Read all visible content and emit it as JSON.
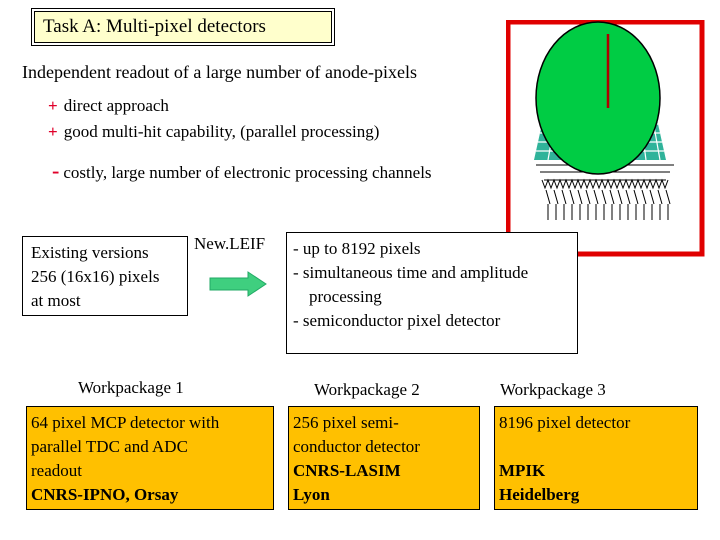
{
  "title": "Task A: Multi-pixel detectors",
  "subtitle": "Independent readout of a large number of anode-pixels",
  "bullets": [
    {
      "sign": "+",
      "text": "direct approach"
    },
    {
      "sign": "+",
      "text": "good multi-hit capability, (parallel processing)"
    },
    {
      "sign": "-",
      "text": "costly, large number of electronic processing channels"
    }
  ],
  "existing": {
    "lines": [
      "Existing versions",
      "256 (16x16) pixels",
      "at most"
    ]
  },
  "newleif": {
    "label": "New.LEIF",
    "lines": [
      "- up to 8192 pixels",
      "- simultaneous time and amplitude",
      "processing",
      "- semiconductor pixel detector"
    ]
  },
  "workpackages": [
    {
      "header": "Workpackage 1",
      "lines": [
        "64 pixel MCP detector with",
        "parallel TDC and ADC",
        "readout"
      ],
      "bold_lines": [
        "CNRS-IPNO, Orsay"
      ]
    },
    {
      "header": "Workpackage 2",
      "lines": [
        "256 pixel semi-",
        "conductor detector"
      ],
      "bold_lines": [
        "CNRS-LASIM",
        "Lyon"
      ]
    },
    {
      "header": "Workpackage 3",
      "lines": [
        "8196 pixel detector",
        ""
      ],
      "bold_lines": [
        "MPIK",
        "Heidelberg"
      ]
    }
  ],
  "colors": {
    "title_bg": "#FFFFCC",
    "wp_bg": "#FFC000",
    "plus_minus": "#e0002a",
    "frame_red": "#e00000",
    "detector_green": "#00cc44",
    "grid_teal": "#2fb39a",
    "arrow_green": "#3fcf7f"
  }
}
